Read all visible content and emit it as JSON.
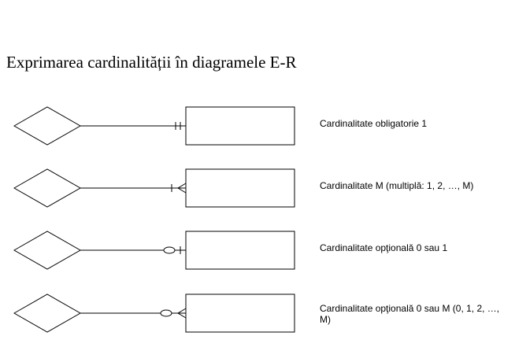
{
  "title": "Exprimarea cardinalității în diagramele E-R",
  "rows": [
    {
      "notation": "mandatory-one",
      "label": "Cardinalitate obligatorie 1"
    },
    {
      "notation": "one-or-many",
      "label": "Cardinalitate M (multiplă: 1, 2, …, M)"
    },
    {
      "notation": "zero-or-one",
      "label": "Cardinalitate opţională 0 sau 1"
    },
    {
      "notation": "zero-or-many",
      "label": "Cardinalitate opţională 0 sau M (0, 1, 2, …, M)"
    }
  ]
}
